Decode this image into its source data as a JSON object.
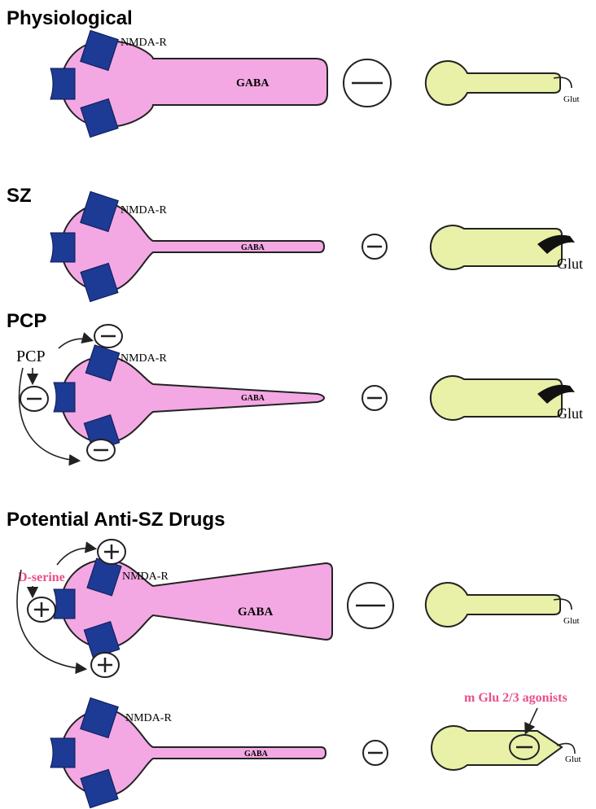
{
  "colors": {
    "gaba_neuron": "#f3a8e3",
    "glut_neuron": "#e9f0a8",
    "receptor": "#1d3a94",
    "drug_label": "#e8508a"
  },
  "sections": {
    "physiological": {
      "title": "Physiological",
      "receptor_label": "NMDA-R",
      "gaba_label": "GABA",
      "glut_label": "Glut"
    },
    "sz": {
      "title": "SZ",
      "receptor_label": "NMDA-R",
      "gaba_label": "GABA",
      "glut_label": "Glut"
    },
    "pcp": {
      "title": "PCP",
      "drug_label": "PCP",
      "receptor_label": "NMDA-R",
      "gaba_label": "GABA",
      "glut_label": "Glut"
    },
    "drugs": {
      "title": "Potential Anti-SZ Drugs",
      "dserine": {
        "drug_label": "D-serine",
        "receptor_label": "NMDA-R",
        "gaba_label": "GABA",
        "glut_label": "Glut"
      },
      "mglu": {
        "drug_label": "m Glu 2/3 agonists",
        "receptor_label": "NMDA-R",
        "gaba_label": "GABA",
        "glut_label": "Glut"
      }
    }
  }
}
